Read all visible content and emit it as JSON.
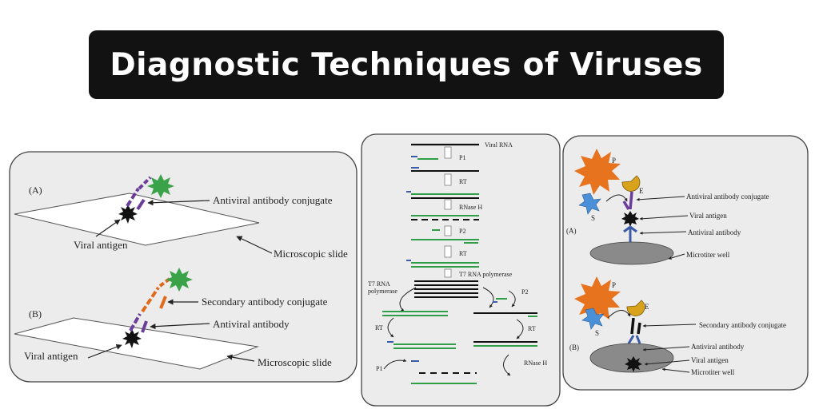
{
  "title": "Diagnostic Techniques of Viruses",
  "colors": {
    "title_bg": "#121212",
    "panel_bg": "#ececec",
    "panel_border": "#444444",
    "purple": "#6a3d9a",
    "orange": "#e06a1b",
    "green_star": "#3aa34a",
    "rna_green": "#2f9e47",
    "primer_blue": "#3b5ba8",
    "enzyme_orange": "#e8731f",
    "enzyme_gold": "#d9a21b",
    "substrate_blue": "#4a90d9",
    "well_gray": "#8a8a8a"
  },
  "left_panel": {
    "a_label": "(A)",
    "a_conjugate_label": "Antiviral antibody conjugate",
    "a_antigen_label": "Viral antigen",
    "a_slide_label": "Microscopic slide",
    "b_label": "(B)",
    "b_conjugate_label": "Secondary antibody conjugate",
    "b_antibody_label": "Antiviral antibody",
    "b_antigen_label": "Viral antigen",
    "b_slide_label": "Microscopic slide"
  },
  "middle_panel": {
    "viral_rna": "Viral RNA",
    "p1_top": "P1",
    "rt_1": "RT",
    "rnase_h_1": "RNase H",
    "p2_1": "P2",
    "rt_2": "RT",
    "t7_polymerase_top": "T7 RNA polymerase",
    "t7_polymerase_left": "T7 RNA polymerase",
    "p2_right": "P2",
    "rt_left": "RT",
    "rt_right": "RT",
    "p1_bottom": "P1",
    "rnase_h_2": "RNase H"
  },
  "right_panel": {
    "a_p": "P",
    "a_e": "E",
    "a_s": "S",
    "a_label": "(A)",
    "a_conjugate": "Antiviral antibody conjugate",
    "a_antigen": "Viral antigen",
    "a_antibody": "Antiviral antibody",
    "a_well": "Microtiter well",
    "b_p": "P",
    "b_e": "E",
    "b_s": "S",
    "b_label": "(B)",
    "b_conjugate": "Secondary antibody conjugate",
    "b_antibody": "Antiviral antibody",
    "b_antigen": "Viral antigen",
    "b_well": "Microtiter well"
  }
}
